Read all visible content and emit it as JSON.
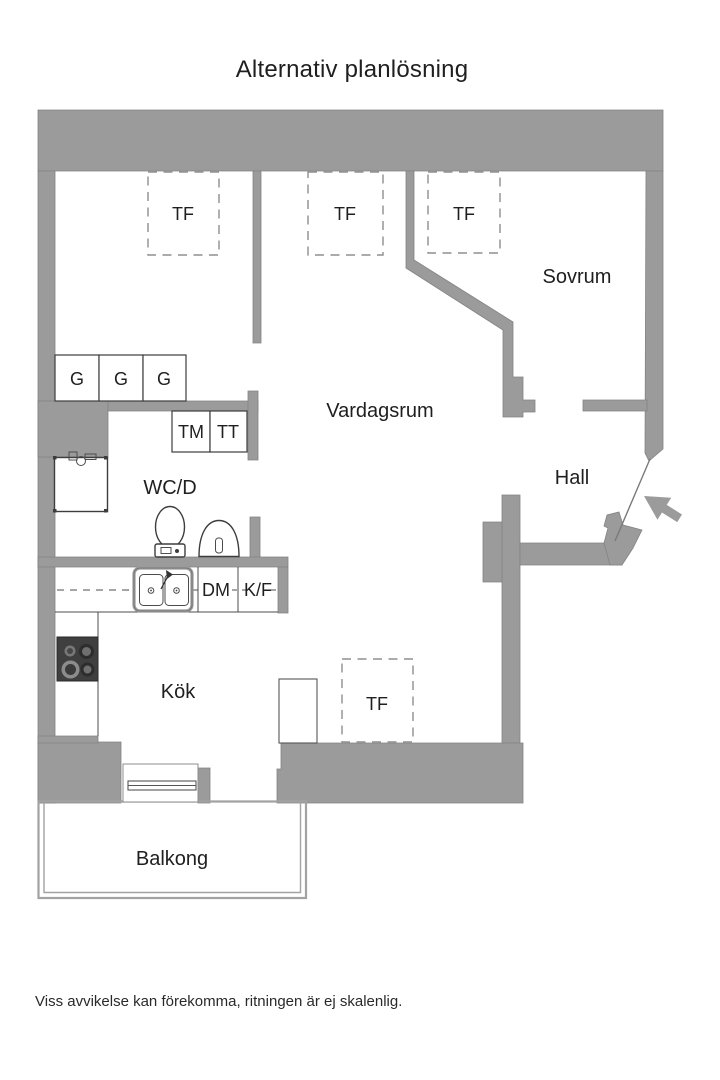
{
  "title": "Alternativ planlösning",
  "disclaimer": "Viss avvikelse kan förekomma, ritningen är ej skalenlig.",
  "rooms": {
    "sovrum": "Sovrum",
    "vardagsrum": "Vardagsrum",
    "hall": "Hall",
    "wcd": "WC/D",
    "kok": "Kök",
    "balkong": "Balkong"
  },
  "fixtures": {
    "tf": "TF",
    "g": "G",
    "tm": "TM",
    "tt": "TT",
    "dm": "DM",
    "kf": "K/F"
  },
  "colors": {
    "wall": "#9b9b9b",
    "line": "#3d3d3d",
    "stove": "#3f3f3f",
    "text": "#1f1f1f"
  }
}
